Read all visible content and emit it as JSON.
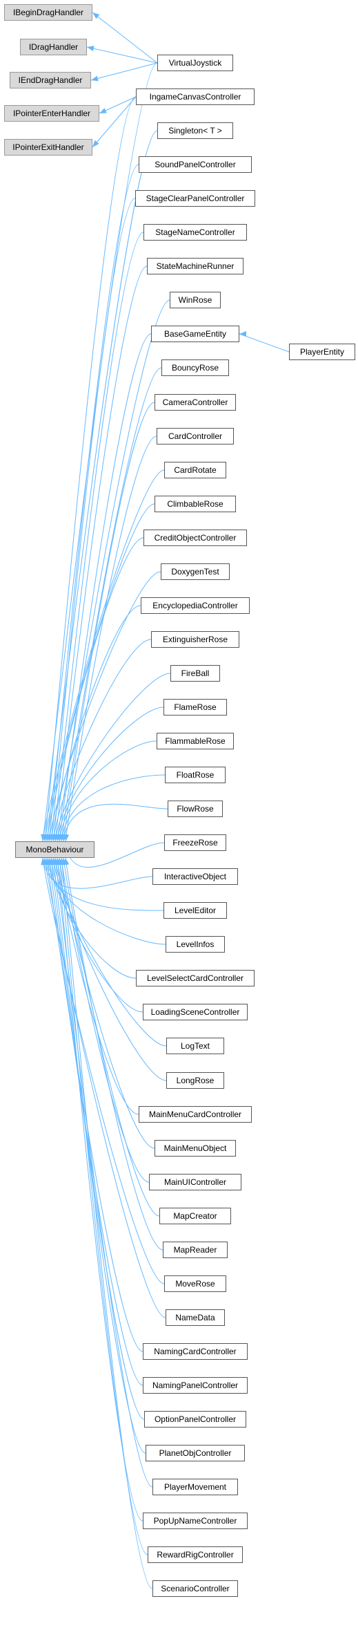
{
  "diagram": {
    "edge_color": "#63b8ff",
    "interfaces": [
      "IBeginDragHandler",
      "IDragHandler",
      "IEndDragHandler",
      "IPointerEnterHandler",
      "IPointerExitHandler"
    ],
    "base": "MonoBehaviour",
    "derived": [
      "VirtualJoystick",
      "IngameCanvasController",
      "Singleton< T >",
      "SoundPanelController",
      "StageClearPanelController",
      "StageNameController",
      "StateMachineRunner",
      "WinRose",
      "BaseGameEntity",
      "BouncyRose",
      "CameraController",
      "CardController",
      "CardRotate",
      "ClimbableRose",
      "CreditObjectController",
      "DoxygenTest",
      "EncyclopediaController",
      "ExtinguisherRose",
      "FireBall",
      "FlameRose",
      "FlammableRose",
      "FloatRose",
      "FlowRose",
      "FreezeRose",
      "InteractiveObject",
      "LevelEditor",
      "LevelInfos",
      "LevelSelectCardController",
      "LoadingSceneController",
      "LogText",
      "LongRose",
      "MainMenuCardController",
      "MainMenuObject",
      "MainUIController",
      "MapCreator",
      "MapReader",
      "MoveRose",
      "NameData",
      "NamingCardController",
      "NamingPanelController",
      "OptionPanelController",
      "PlanetObjController",
      "PlayerMovement",
      "PopUpNameController",
      "RewardRigController",
      "ScenarioController"
    ],
    "grandchild": "PlayerEntity"
  }
}
